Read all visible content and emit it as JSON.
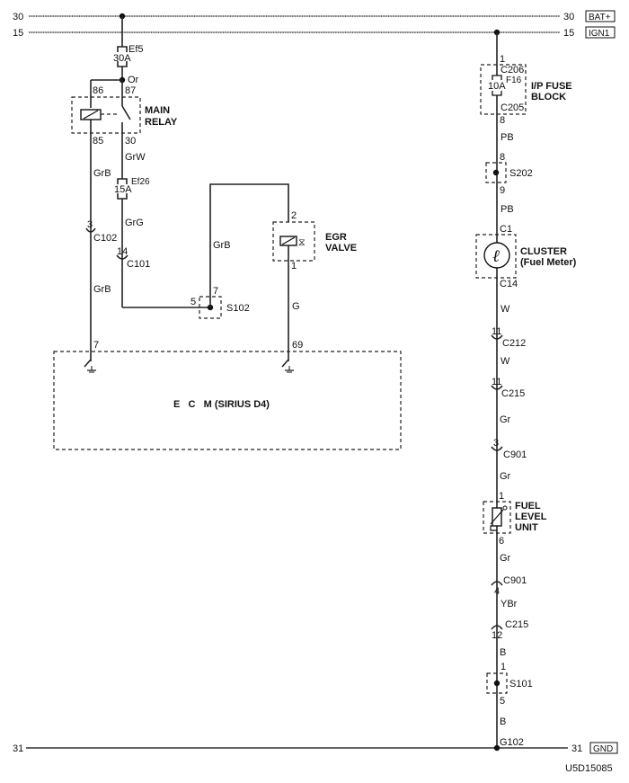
{
  "buses": {
    "bat": {
      "left_label": "30",
      "right_label": "30",
      "tag": "BAT+"
    },
    "ign": {
      "left_label": "15",
      "right_label": "15",
      "tag": "IGN1"
    },
    "gnd": {
      "left_label": "31",
      "right_label": "31",
      "tag": "GND"
    }
  },
  "left_circuit": {
    "fuse_ef5": {
      "name": "Ef5",
      "rating": "30A"
    },
    "wire_or": "Or",
    "relay": {
      "title_line1": "MAIN",
      "title_line2": "RELAY",
      "pin86": "86",
      "pin87": "87",
      "pin85": "85",
      "pin30": "30"
    },
    "wire_grw": "GrW",
    "fuse_ef26": {
      "name": "Ef26",
      "rating": "15A"
    },
    "wire_grg": "GrG",
    "wire_grb_top": "GrB",
    "wire_grb_bottom": "GrB",
    "wire_grb_mid": "GrB",
    "c102": {
      "pin": "3",
      "name": "C102"
    },
    "c101": {
      "pin": "14",
      "name": "C101"
    },
    "s102": {
      "name": "S102",
      "pin_left": "5",
      "pin_top": "7"
    },
    "egr": {
      "line1": "EGR",
      "line2": "VALVE",
      "pin_top": "2",
      "pin_bottom": "1"
    },
    "wire_g": "G",
    "ecm": {
      "label": "E   C   M (SIRIUS D4)",
      "pin_left": "7",
      "pin_right": "69"
    }
  },
  "right_circuit": {
    "fuse_block": {
      "line1": "I/P FUSE",
      "line2": "BLOCK",
      "pin_top": "1",
      "conn_top": "C206",
      "fuse": "F16",
      "rating": "10A",
      "conn_bottom": "C205",
      "pin_bottom": "8"
    },
    "wire_pb_1": "PB",
    "s202": {
      "name": "S202",
      "pin_top": "8",
      "pin_bottom": "9"
    },
    "wire_pb_2": "PB",
    "cluster": {
      "line1": "CLUSTER",
      "line2": "(Fuel Meter)",
      "conn_top": "C1",
      "conn_bottom": "C14",
      "glyph": "ℓ"
    },
    "wire_w_1": "W",
    "c212": {
      "pin": "11",
      "name": "C212"
    },
    "wire_w_2": "W",
    "c215_top": {
      "pin": "11",
      "name": "C215"
    },
    "wire_gr_1": "Gr",
    "c901_top": {
      "pin": "3",
      "name": "C901"
    },
    "wire_gr_2": "Gr",
    "fuel_unit": {
      "line1": "FUEL",
      "line2": "LEVEL",
      "line3": "UNIT",
      "pin_top": "1",
      "pin_bottom": "6"
    },
    "wire_gr_3": "Gr",
    "c901_bottom": {
      "pin": "4",
      "name": "C901"
    },
    "wire_ybr": "YBr",
    "c215_bottom": {
      "pin": "12",
      "name": "C215"
    },
    "wire_b_1": "B",
    "s101": {
      "name": "S101",
      "pin_top": "1",
      "pin_bottom": "5"
    },
    "wire_b_2": "B",
    "ground": "G102"
  },
  "diagram_id": "U5D15085"
}
